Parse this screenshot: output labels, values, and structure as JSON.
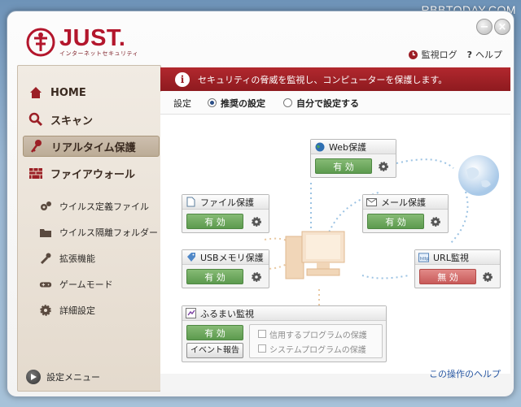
{
  "watermark": "RBBTODAY.COM",
  "window_controls": {
    "minimize": "−",
    "close": "×"
  },
  "logo": {
    "name": "JUST.",
    "subtitle": "インターネットセキュリティ"
  },
  "toplinks": {
    "log": "監視ログ",
    "help": "ヘルプ"
  },
  "sidebar": {
    "items": [
      {
        "label": "HOME",
        "icon": "home-icon"
      },
      {
        "label": "スキャン",
        "icon": "magnifier-icon"
      },
      {
        "label": "リアルタイム保護",
        "icon": "key-icon",
        "active": true
      },
      {
        "label": "ファイアウォール",
        "icon": "brick-wall-icon"
      }
    ],
    "subitems": [
      {
        "label": "ウイルス定義ファイル",
        "icon": "gears-icon"
      },
      {
        "label": "ウイルス隔離フォルダー",
        "icon": "folder-icon"
      },
      {
        "label": "拡張機能",
        "icon": "wrench-icon"
      },
      {
        "label": "ゲームモード",
        "icon": "gamepad-icon"
      },
      {
        "label": "詳細設定",
        "icon": "gear-icon"
      }
    ],
    "settings_menu": "設定メニュー"
  },
  "banner": {
    "icon": "info-icon",
    "text": "セキュリティの脅威を監視し、コンピューターを保護します。"
  },
  "settings": {
    "label": "設定",
    "recommended": "推奨の設定",
    "custom": "自分で設定する",
    "selected": "recommended"
  },
  "panels": {
    "web": {
      "title": "Web保護",
      "status": "有 効",
      "icon": "globe-icon"
    },
    "file": {
      "title": "ファイル保護",
      "status": "有 効",
      "icon": "document-icon"
    },
    "mail": {
      "title": "メール保護",
      "status": "有 効",
      "icon": "envelope-icon"
    },
    "usb": {
      "title": "USBメモリ保護",
      "status": "有 効",
      "icon": "usb-tag-icon"
    },
    "url": {
      "title": "URL監視",
      "status": "無 効",
      "icon": "url-icon"
    },
    "behavior": {
      "title": "ふるまい監視",
      "status": "有 効",
      "event_button": "イベント報告",
      "icon": "behavior-icon",
      "options": [
        "信用するプログラムの保護",
        "システムプログラムの保護"
      ]
    }
  },
  "footer": {
    "help_link": "この操作のヘルプ"
  },
  "colors": {
    "accent_red": "#b3162c",
    "enabled_green": "#5c9a4e",
    "disabled_red": "#c85a59",
    "link_blue": "#2857a2"
  }
}
